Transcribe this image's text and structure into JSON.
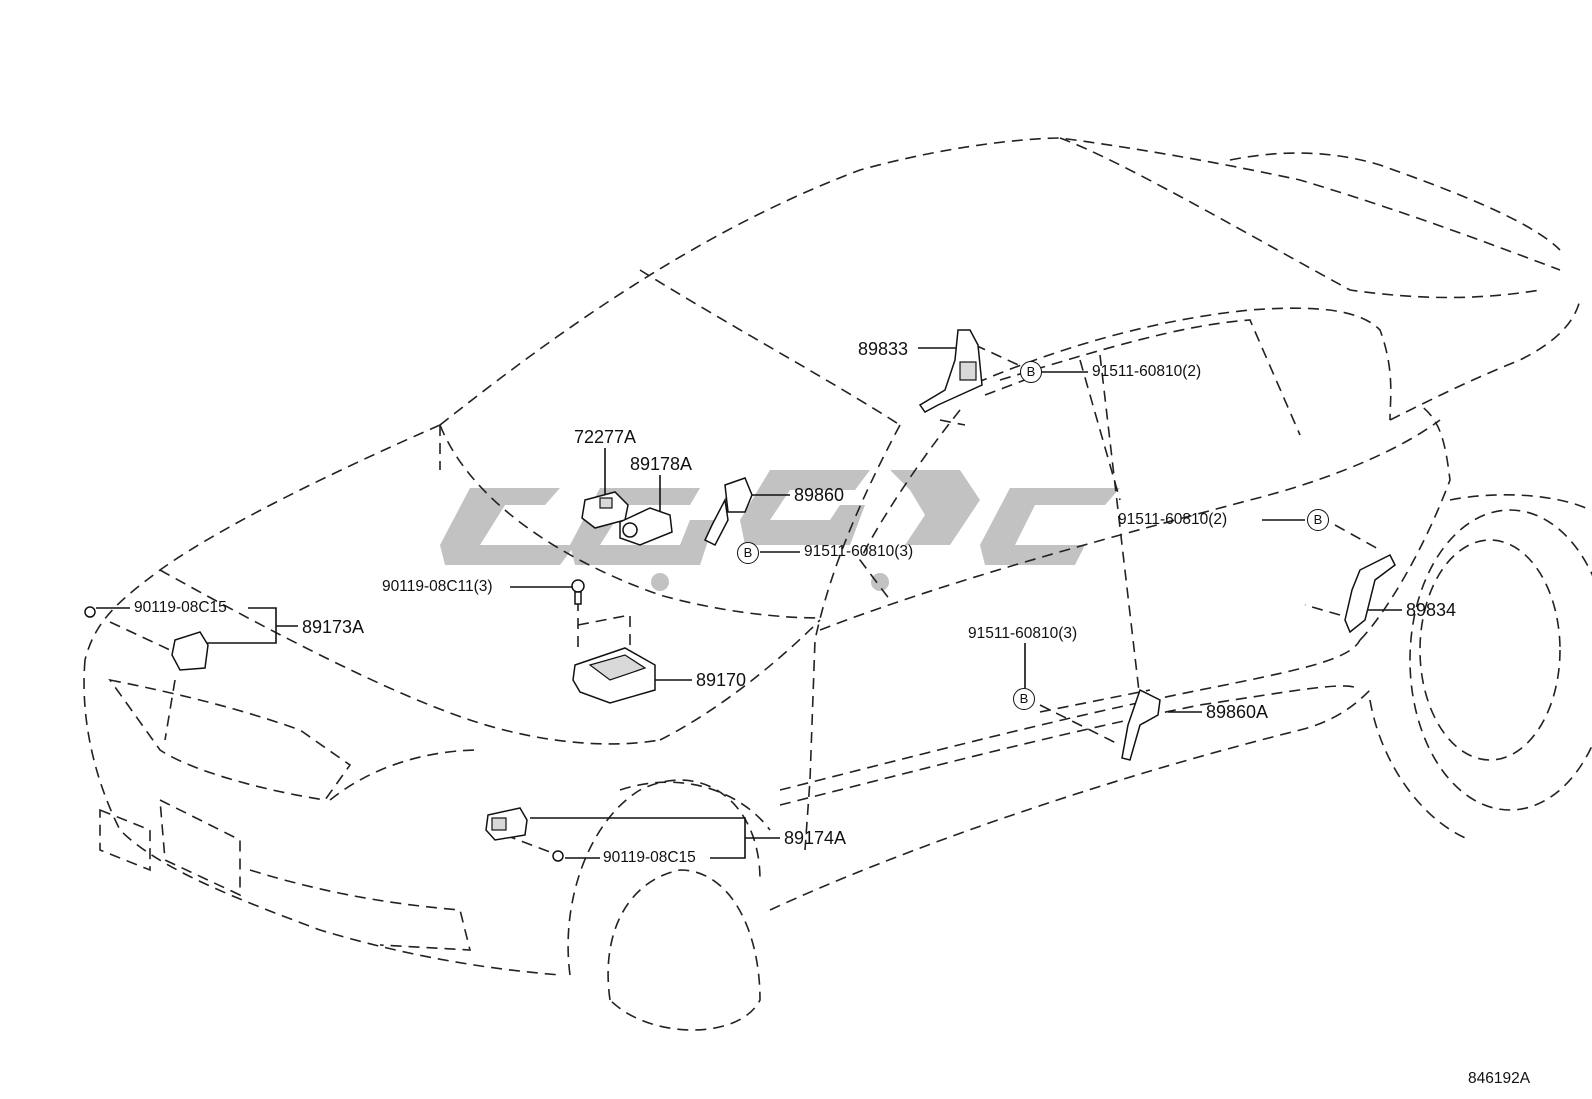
{
  "figure_code": "846192A",
  "watermark_text": "",
  "callout_symbol": "B",
  "parts": [
    {
      "id": "p-72277a",
      "label": "72277A"
    },
    {
      "id": "p-89178a",
      "label": "89178A"
    },
    {
      "id": "p-89860",
      "label": "89860"
    },
    {
      "id": "p-89833",
      "label": "89833"
    },
    {
      "id": "p-89170",
      "label": "89170"
    },
    {
      "id": "p-89173a",
      "label": "89173A"
    },
    {
      "id": "p-89174a",
      "label": "89174A"
    },
    {
      "id": "p-89834",
      "label": "89834"
    },
    {
      "id": "p-89860a",
      "label": "89860A"
    }
  ],
  "fasteners": [
    {
      "id": "f-91511-top",
      "label": "91511-60810(2)"
    },
    {
      "id": "f-91511-mid",
      "label": "91511-60810(3)"
    },
    {
      "id": "f-91511-right",
      "label": "91511-60810(2)"
    },
    {
      "id": "f-91511-low",
      "label": "91511-60810(3)"
    },
    {
      "id": "f-90119-c11",
      "label": "90119-08C11(3)"
    },
    {
      "id": "f-90119-c15a",
      "label": "90119-08C15"
    },
    {
      "id": "f-90119-c15b",
      "label": "90119-08C15"
    }
  ],
  "colors": {
    "line": "#222222",
    "watermark": "#c2c2c2",
    "background": "#ffffff"
  }
}
